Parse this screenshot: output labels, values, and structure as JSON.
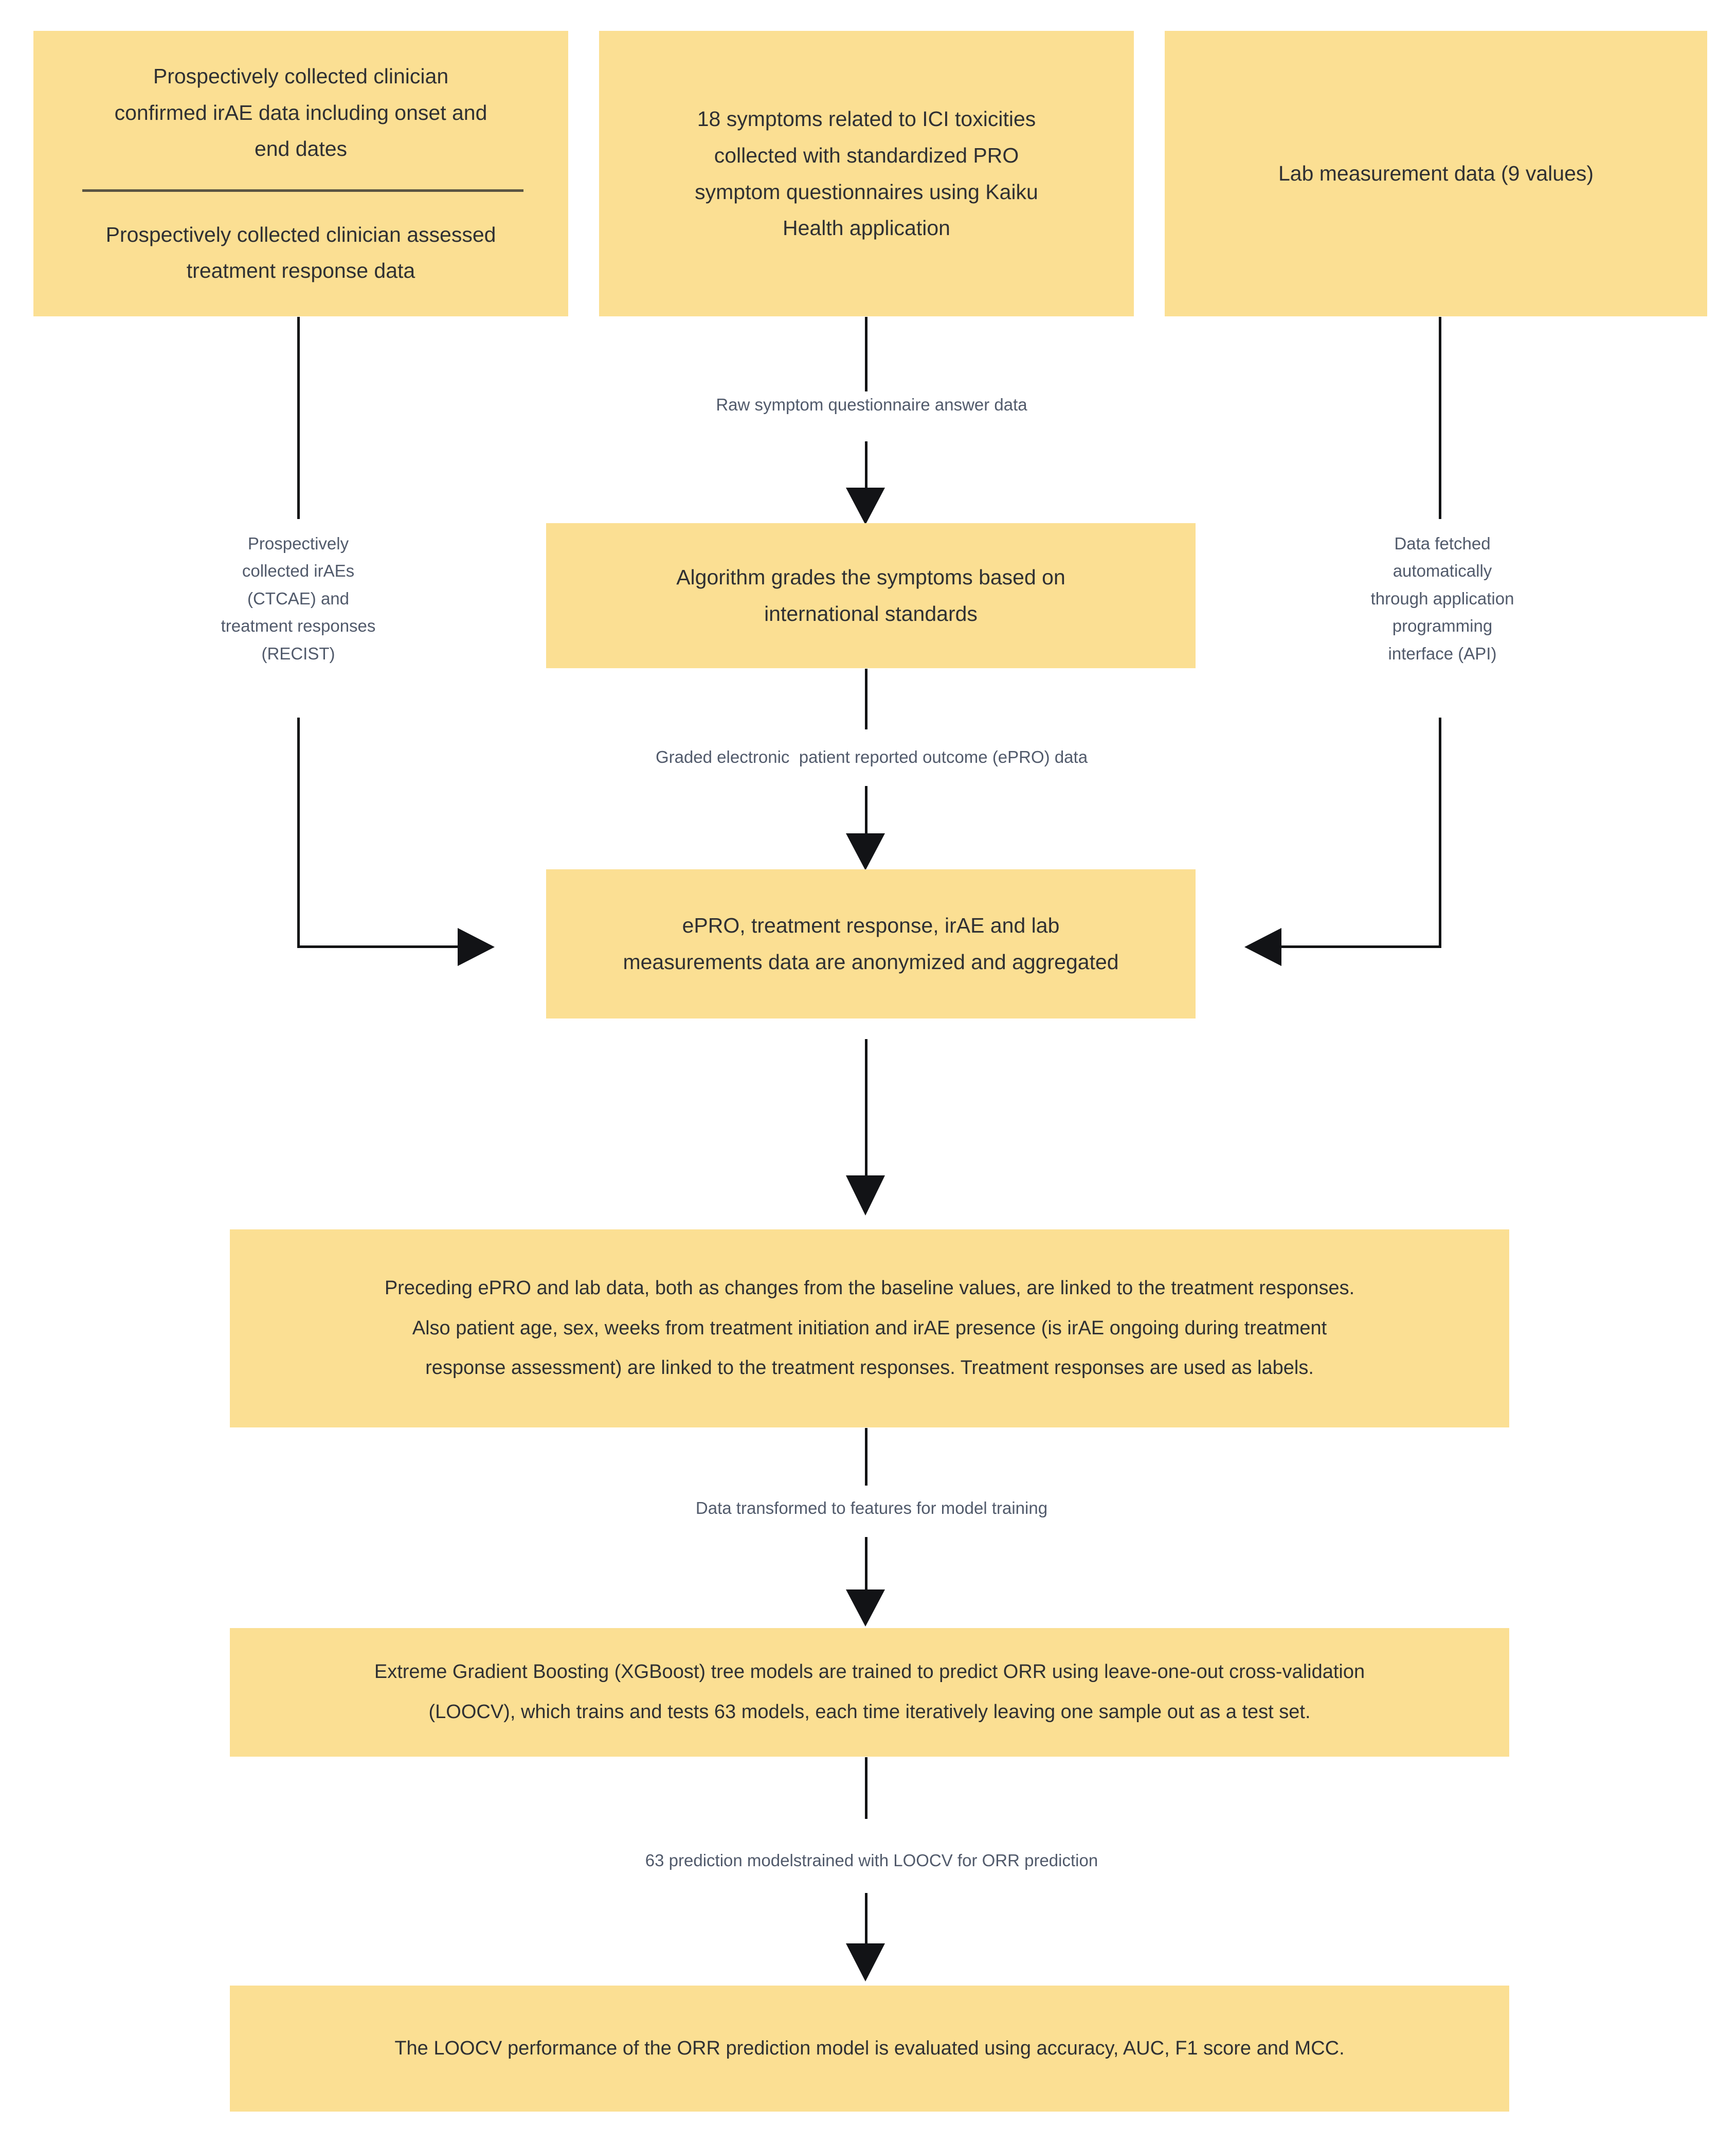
{
  "diagram": {
    "colors": {
      "node_fill": "#fbdf93",
      "node_text": "#2f3033",
      "edge_label_text": "#515a6b",
      "connector": "#121316",
      "divider": "#5b5543",
      "background": "#ffffff"
    },
    "nodes": {
      "irae_data": {
        "top_lines": [
          "Prospectively collected clinician",
          "confirmed irAE data including onset and",
          "end dates"
        ],
        "bottom_lines": [
          "Prospectively collected clinician assessed",
          "treatment response data"
        ]
      },
      "symptoms": {
        "lines": [
          "18 symptoms related to ICI toxicities",
          "collected with standardized PRO",
          "symptom questionnaires using Kaiku",
          "Health application"
        ]
      },
      "lab": {
        "lines": [
          "Lab measurement data (9 values)"
        ]
      },
      "algorithm": {
        "lines": [
          "Algorithm grades the symptoms based on",
          "international standards"
        ]
      },
      "aggregate": {
        "lines": [
          "ePRO, treatment response, irAE and lab",
          "measurements data are anonymized and aggregated"
        ]
      },
      "linking": {
        "lines": [
          "Preceding ePRO and lab data, both as changes from the baseline values, are linked to the treatment responses.",
          "Also patient age, sex, weeks from treatment initiation and irAE presence (is irAE ongoing during treatment",
          "response assessment) are linked to the treatment responses. Treatment responses are used as labels."
        ]
      },
      "xgboost": {
        "lines": [
          "Extreme Gradient Boosting (XGBoost) tree models are trained to predict ORR using leave-one-out cross-validation",
          "(LOOCV), which trains and tests 63 models, each time iteratively leaving one sample out as a test set."
        ]
      },
      "evaluate": {
        "lines": [
          "The LOOCV performance of the ORR prediction model is evaluated using accuracy, AUC, F1 score and MCC."
        ]
      }
    },
    "edge_labels": {
      "raw_symptom": "Raw symptom questionnaire answer data",
      "graded_epro": "Graded electronic  patient reported outcome (ePRO) data",
      "left_branch": "Prospectively\ncollected irAEs\n(CTCAE) and\ntreatment responses\n(RECIST)",
      "right_branch": "Data fetched\nautomatically\nthrough application\nprogramming\ninterface (API)",
      "features": "Data transformed to features for model training",
      "prediction_models": "63 prediction modelstrained with LOOCV for ORR prediction"
    }
  }
}
